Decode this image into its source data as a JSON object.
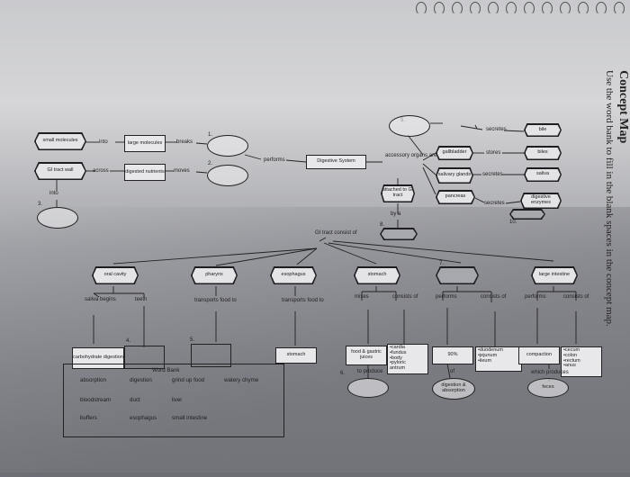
{
  "title": "Concept Map",
  "instruction": "Use the word bank to fill in the blank spaces in the concept map.",
  "center": "Digestive System",
  "left": {
    "small_molecules": "small molecules",
    "into1": "into",
    "large_molecules": "large molecules",
    "breaks": "breaks",
    "performs": "performs",
    "gi_tract_wall": "GI tract wall",
    "across": "across",
    "digested_nutrients": "digested nutrients",
    "moves": "moves",
    "into2": "into",
    "n1": "1.",
    "n2": "2.",
    "n3": "3."
  },
  "right": {
    "n9": "9.",
    "accessory_organs": "accessory organs are",
    "gallbladder": "gallbladder",
    "secretes1": "secretes",
    "bile": "bile",
    "stores": "stores",
    "biles": "biles",
    "salivary_glands": "salivary glands",
    "secretes2": "secretes",
    "saliva": "saliva",
    "attached": "attached to GI tract",
    "pancreas": "pancreas",
    "secretes3": "secretes",
    "digestive_enzymes": "digestive enzymes",
    "by_a": "by a",
    "n8": "8.",
    "n10": "10."
  },
  "gi_tract_consist": "GI tract consist of",
  "organs": {
    "oral_cavity": "oral cavity",
    "saliva_begins": "saliva begins",
    "teeth": "teeth",
    "carbohydrate_digestion": "carbohydrate digestion",
    "n4": "4.",
    "pharynx": "pharynx",
    "transports_food_to1": "transports food to",
    "n5": "5.",
    "esophagus": "esophagus",
    "transports_food_to2": "transports food to",
    "stomach_box": "stomach",
    "stomach": "stomach",
    "mixes": "mixes",
    "consists_of1": "consists of",
    "food_gastric": "food & gastric juices",
    "stomach_parts": [
      "•cardia",
      "•fundus",
      "•body",
      "•pyloric",
      "  antrum"
    ],
    "to_produce": "to produce",
    "n6": "6.",
    "n7": "7.",
    "performs1": "performs",
    "consists_of2": "consists of",
    "pct90": "90%",
    "small_parts": [
      "•duodenum",
      "•jejunum",
      "•ileum"
    ],
    "of": "of",
    "digestion_absorption": "digestion & absorption",
    "large_intestine": "large intestine",
    "performs2": "performs",
    "consists_of3": "consists of",
    "compaction": "compaction",
    "large_parts": [
      "•cecum",
      "•colon",
      "•rectum",
      "•anus"
    ],
    "which_produces": "which produces",
    "feces": "feces"
  },
  "word_bank": {
    "title": "Word Bank",
    "words": [
      "absorption",
      "digestion",
      "grind up food",
      "watery chyme",
      "bloodstream",
      "duct",
      "liver",
      "buffers",
      "esophagus",
      "small intestine"
    ]
  }
}
